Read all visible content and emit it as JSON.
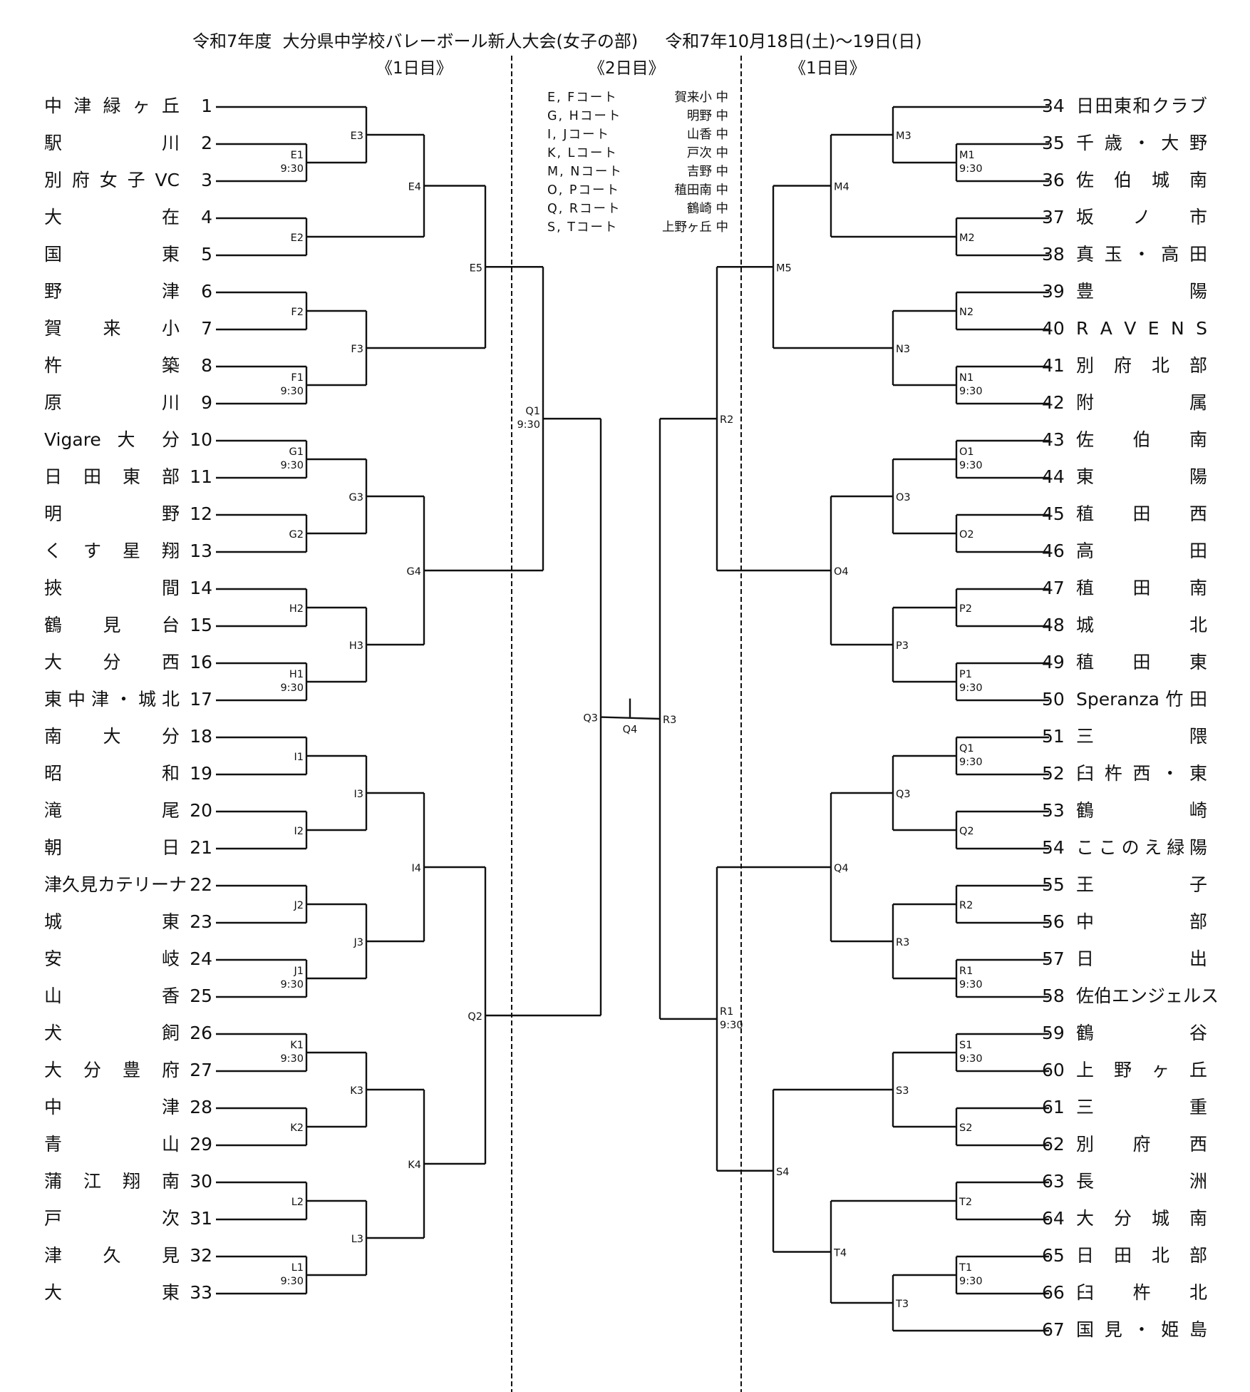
{
  "header": {
    "title": "令和7年度  大分県中学校バレーボール新人大会(女子の部)",
    "date": "令和7年10月18日(土)〜19日(日)",
    "day_left": "《1日目》",
    "day_center": "《2日目》",
    "day_right": "《1日目》"
  },
  "courts": [
    {
      "court": "E, Fコート",
      "venue": "賀来小 中"
    },
    {
      "court": "G, Hコート",
      "venue": "明野 中"
    },
    {
      "court": "I, Jコート",
      "venue": "山香 中"
    },
    {
      "court": "K, Lコート",
      "venue": "戸次 中"
    },
    {
      "court": "M, Nコート",
      "venue": "吉野 中"
    },
    {
      "court": "O, Pコート",
      "venue": "稙田南 中"
    },
    {
      "court": "Q, Rコート",
      "venue": "鶴崎 中"
    },
    {
      "court": "S, Tコート",
      "venue": "上野ヶ丘 中"
    }
  ],
  "teams_left": [
    {
      "no": "1",
      "name": "中津緑ヶ丘"
    },
    {
      "no": "2",
      "name": "駅　　　　川"
    },
    {
      "no": "3",
      "name": "別府女子VC"
    },
    {
      "no": "4",
      "name": "大　　　　在"
    },
    {
      "no": "5",
      "name": "国　　　　東"
    },
    {
      "no": "6",
      "name": "野　　　　津"
    },
    {
      "no": "7",
      "name": "賀　　来　　小"
    },
    {
      "no": "8",
      "name": "杵　　　　築"
    },
    {
      "no": "9",
      "name": "原　　　　川"
    },
    {
      "no": "10",
      "name": "Vigare　大　分"
    },
    {
      "no": "11",
      "name": "日　田　東　部"
    },
    {
      "no": "12",
      "name": "明　　　　野"
    },
    {
      "no": "13",
      "name": "く　す　星　翔"
    },
    {
      "no": "14",
      "name": "挾　　　　間"
    },
    {
      "no": "15",
      "name": "鶴　　見　　台"
    },
    {
      "no": "16",
      "name": "大　　分　　西"
    },
    {
      "no": "17",
      "name": "東中津・城北"
    },
    {
      "no": "18",
      "name": "南　　大　　分"
    },
    {
      "no": "19",
      "name": "昭　　　　和"
    },
    {
      "no": "20",
      "name": "滝　　　　尾"
    },
    {
      "no": "21",
      "name": "朝　　　　日"
    },
    {
      "no": "22",
      "name": "津久見カテリーナ"
    },
    {
      "no": "23",
      "name": "城　　　　東"
    },
    {
      "no": "24",
      "name": "安　　　　岐"
    },
    {
      "no": "25",
      "name": "山　　　　香"
    },
    {
      "no": "26",
      "name": "犬　　　　飼"
    },
    {
      "no": "27",
      "name": "大　分　豊　府"
    },
    {
      "no": "28",
      "name": "中　　　　津"
    },
    {
      "no": "29",
      "name": "青　　　　山"
    },
    {
      "no": "30",
      "name": "蒲　江　翔　南"
    },
    {
      "no": "31",
      "name": "戸　　　　次"
    },
    {
      "no": "32",
      "name": "津　　久　　見"
    },
    {
      "no": "33",
      "name": "大　　　　東"
    }
  ],
  "teams_right": [
    {
      "no": "34",
      "name": "日田東和クラブ"
    },
    {
      "no": "35",
      "name": "千　歳　・　大　野"
    },
    {
      "no": "36",
      "name": "佐　伯　城　南"
    },
    {
      "no": "37",
      "name": "坂　　ノ　　市"
    },
    {
      "no": "38",
      "name": "真　玉　・　高　田"
    },
    {
      "no": "39",
      "name": "豊　　　　陽"
    },
    {
      "no": "40",
      "name": "R A V E N S"
    },
    {
      "no": "41",
      "name": "別　府　北　部"
    },
    {
      "no": "42",
      "name": "附　　　　属"
    },
    {
      "no": "43",
      "name": "佐　　伯　　南"
    },
    {
      "no": "44",
      "name": "東　　　　陽"
    },
    {
      "no": "45",
      "name": "稙　　田　　西"
    },
    {
      "no": "46",
      "name": "高　　　　田"
    },
    {
      "no": "47",
      "name": "稙　　田　　南"
    },
    {
      "no": "48",
      "name": "城　　　　北"
    },
    {
      "no": "49",
      "name": "稙　　田　　東"
    },
    {
      "no": "50",
      "name": "Speranza　竹　田"
    },
    {
      "no": "51",
      "name": "三　　　　隈"
    },
    {
      "no": "52",
      "name": "臼　杵　西　・　東"
    },
    {
      "no": "53",
      "name": "鶴　　　　崎"
    },
    {
      "no": "54",
      "name": "ここのえ緑陽"
    },
    {
      "no": "55",
      "name": "王　　　　子"
    },
    {
      "no": "56",
      "name": "中　　　　部"
    },
    {
      "no": "57",
      "name": "日　　　　出"
    },
    {
      "no": "58",
      "name": "佐伯エンジェルス"
    },
    {
      "no": "59",
      "name": "鶴　　　　谷"
    },
    {
      "no": "60",
      "name": "上　野　ヶ　丘"
    },
    {
      "no": "61",
      "name": "三　　　　重"
    },
    {
      "no": "62",
      "name": "別　　府　　西"
    },
    {
      "no": "63",
      "name": "長　　　　洲"
    },
    {
      "no": "64",
      "name": "大　分　城　南"
    },
    {
      "no": "65",
      "name": "日　田　北　部"
    },
    {
      "no": "66",
      "name": "臼　　杵　　北"
    },
    {
      "no": "67",
      "name": "国　見　・　姫　島"
    }
  ],
  "bracket": {
    "left": {
      "id": "Q3",
      "children": [
        {
          "id": "Q1",
          "time": "9:30",
          "children": [
            {
              "id": "E5",
              "children": [
                {
                  "id": "E4",
                  "children": [
                    {
                      "id": "E3",
                      "children": [
                        {
                          "team": 1
                        },
                        {
                          "id": "E1",
                          "time": "9:30",
                          "children": [
                            {
                              "team": 2
                            },
                            {
                              "team": 3
                            }
                          ]
                        }
                      ]
                    },
                    {
                      "id": "E2",
                      "children": [
                        {
                          "team": 4
                        },
                        {
                          "team": 5
                        }
                      ]
                    }
                  ]
                },
                {
                  "id": "F3",
                  "children": [
                    {
                      "id": "F2",
                      "children": [
                        {
                          "team": 6
                        },
                        {
                          "team": 7
                        }
                      ]
                    },
                    {
                      "id": "F1",
                      "time": "9:30",
                      "children": [
                        {
                          "team": 8
                        },
                        {
                          "team": 9
                        }
                      ]
                    }
                  ]
                }
              ]
            },
            {
              "id": "G4",
              "children": [
                {
                  "id": "G3",
                  "children": [
                    {
                      "id": "G1",
                      "time": "9:30",
                      "children": [
                        {
                          "team": 10
                        },
                        {
                          "team": 11
                        }
                      ]
                    },
                    {
                      "id": "G2",
                      "children": [
                        {
                          "team": 12
                        },
                        {
                          "team": 13
                        }
                      ]
                    }
                  ]
                },
                {
                  "id": "H3",
                  "children": [
                    {
                      "id": "H2",
                      "children": [
                        {
                          "team": 14
                        },
                        {
                          "team": 15
                        }
                      ]
                    },
                    {
                      "id": "H1",
                      "time": "9:30",
                      "children": [
                        {
                          "team": 16
                        },
                        {
                          "team": 17
                        }
                      ]
                    }
                  ]
                }
              ]
            }
          ]
        },
        {
          "id": "Q2",
          "children": [
            {
              "id": "I4",
              "children": [
                {
                  "id": "I3",
                  "children": [
                    {
                      "id": "I1",
                      "children": [
                        {
                          "team": 18
                        },
                        {
                          "team": 19
                        }
                      ]
                    },
                    {
                      "id": "I2",
                      "children": [
                        {
                          "team": 20
                        },
                        {
                          "team": 21
                        }
                      ]
                    }
                  ]
                },
                {
                  "id": "J3",
                  "children": [
                    {
                      "id": "J2",
                      "children": [
                        {
                          "team": 22
                        },
                        {
                          "team": 23
                        }
                      ]
                    },
                    {
                      "id": "J1",
                      "time": "9:30",
                      "children": [
                        {
                          "team": 24
                        },
                        {
                          "team": 25
                        }
                      ]
                    }
                  ]
                }
              ]
            },
            {
              "id": "K4",
              "children": [
                {
                  "id": "K3",
                  "children": [
                    {
                      "id": "K1",
                      "time": "9:30",
                      "children": [
                        {
                          "team": 26
                        },
                        {
                          "team": 27
                        }
                      ]
                    },
                    {
                      "id": "K2",
                      "children": [
                        {
                          "team": 28
                        },
                        {
                          "team": 29
                        }
                      ]
                    }
                  ]
                },
                {
                  "id": "L3",
                  "children": [
                    {
                      "id": "L2",
                      "children": [
                        {
                          "team": 30
                        },
                        {
                          "team": 31
                        }
                      ]
                    },
                    {
                      "id": "L1",
                      "time": "9:30",
                      "children": [
                        {
                          "team": 32
                        },
                        {
                          "team": 33
                        }
                      ]
                    }
                  ]
                }
              ]
            }
          ]
        }
      ]
    },
    "right": {
      "id": "R3",
      "children": [
        {
          "id": "R2",
          "children": [
            {
              "id": "M5",
              "children": [
                {
                  "id": "M4",
                  "children": [
                    {
                      "id": "M3",
                      "children": [
                        {
                          "team": 34
                        },
                        {
                          "id": "M1",
                          "time": "9:30",
                          "children": [
                            {
                              "team": 35
                            },
                            {
                              "team": 36
                            }
                          ]
                        }
                      ]
                    },
                    {
                      "id": "M2",
                      "children": [
                        {
                          "team": 37
                        },
                        {
                          "team": 38
                        }
                      ]
                    }
                  ]
                },
                {
                  "id": "N3",
                  "children": [
                    {
                      "id": "N2",
                      "children": [
                        {
                          "team": 39
                        },
                        {
                          "team": 40
                        }
                      ]
                    },
                    {
                      "id": "N1",
                      "time": "9:30",
                      "children": [
                        {
                          "team": 41
                        },
                        {
                          "team": 42
                        }
                      ]
                    }
                  ]
                }
              ]
            },
            {
              "id": "O4",
              "children": [
                {
                  "id": "O3",
                  "children": [
                    {
                      "id": "O1",
                      "time": "9:30",
                      "children": [
                        {
                          "team": 43
                        },
                        {
                          "team": 44
                        }
                      ]
                    },
                    {
                      "id": "O2",
                      "children": [
                        {
                          "team": 45
                        },
                        {
                          "team": 46
                        }
                      ]
                    }
                  ]
                },
                {
                  "id": "P3",
                  "children": [
                    {
                      "id": "P2",
                      "children": [
                        {
                          "team": 47
                        },
                        {
                          "team": 48
                        }
                      ]
                    },
                    {
                      "id": "P1",
                      "time": "9:30",
                      "children": [
                        {
                          "team": 49
                        },
                        {
                          "team": 50
                        }
                      ]
                    }
                  ]
                }
              ]
            }
          ]
        },
        {
          "id": "R1",
          "time": "9:30",
          "children": [
            {
              "id": "Q4",
              "children": [
                {
                  "id": "Q3",
                  "children": [
                    {
                      "id": "Q1",
                      "time": "9:30",
                      "children": [
                        {
                          "team": 51
                        },
                        {
                          "team": 52
                        }
                      ]
                    },
                    {
                      "id": "Q2",
                      "children": [
                        {
                          "team": 53
                        },
                        {
                          "team": 54
                        }
                      ]
                    }
                  ]
                },
                {
                  "id": "R3",
                  "children": [
                    {
                      "id": "R2",
                      "children": [
                        {
                          "team": 55
                        },
                        {
                          "team": 56
                        }
                      ]
                    },
                    {
                      "id": "R1",
                      "time": "9:30",
                      "children": [
                        {
                          "team": 57
                        },
                        {
                          "team": 58
                        }
                      ]
                    }
                  ]
                }
              ]
            },
            {
              "id": "S4",
              "children": [
                {
                  "id": "S3",
                  "children": [
                    {
                      "id": "S1",
                      "time": "9:30",
                      "children": [
                        {
                          "team": 59
                        },
                        {
                          "team": 60
                        }
                      ]
                    },
                    {
                      "id": "S2",
                      "children": [
                        {
                          "team": 61
                        },
                        {
                          "team": 62
                        }
                      ]
                    }
                  ]
                },
                {
                  "id": "T4",
                  "children": [
                    {
                      "id": "T2",
                      "children": [
                        {
                          "team": 63
                        },
                        {
                          "team": 64
                        }
                      ]
                    },
                    {
                      "id": "T3",
                      "children": [
                        {
                          "id": "T1",
                          "time": "9:30",
                          "children": [
                            {
                              "team": 65
                            },
                            {
                              "team": 66
                            }
                          ]
                        },
                        {
                          "team": 67
                        }
                      ]
                    }
                  ]
                }
              ]
            }
          ]
        }
      ]
    },
    "final": {
      "id": "Q4"
    }
  }
}
